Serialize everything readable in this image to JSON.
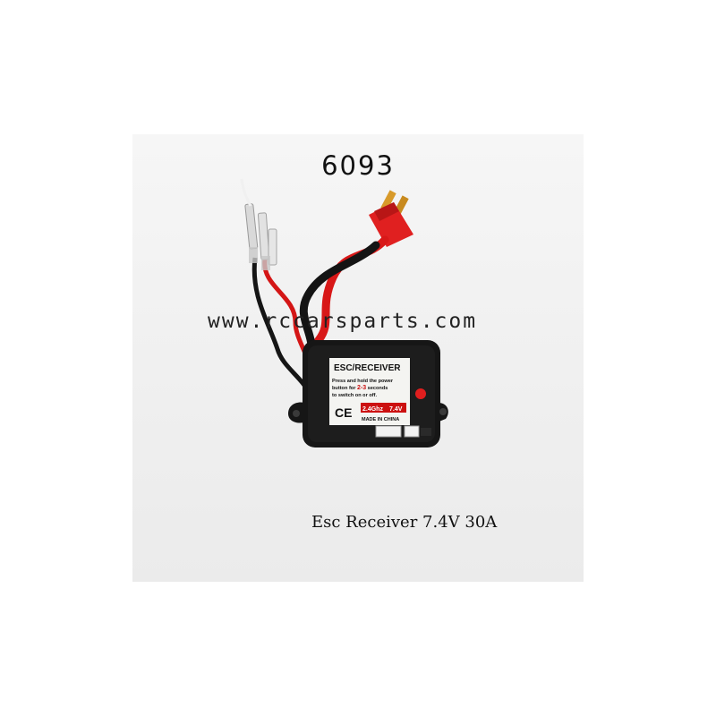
{
  "part_number": "6093",
  "watermark": "www.rccarsparts.com",
  "caption": "Esc Receiver 7.4V 30A",
  "label": {
    "title": "ESC/RECEIVER",
    "instruction_1": "Press and hold the power",
    "instruction_2a": "button for ",
    "instruction_2b": "2-3",
    "instruction_2c": " seconds",
    "instruction_3": "to switch on or off.",
    "ce_mark": "CE",
    "band": "2.4Ghz",
    "voltage": "7.4V",
    "origin": "MADE IN CHINA"
  },
  "colors": {
    "wire_red": "#d81818",
    "wire_black": "#141414",
    "housing": "#161616",
    "label_accent": "#cc1010"
  }
}
